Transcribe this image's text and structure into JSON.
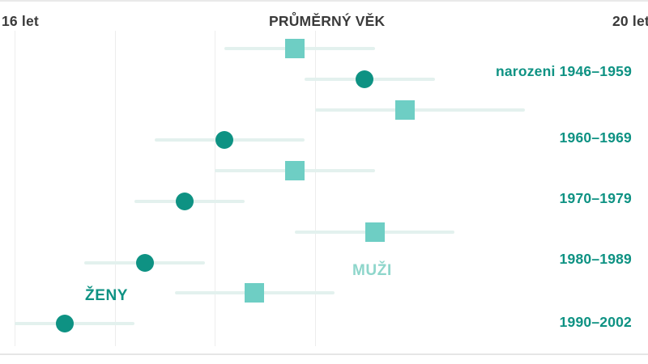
{
  "chart_data": {
    "type": "scatter",
    "title": "PRŮMĚRNÝ VĚK",
    "axis_labels": {
      "left": "16 let",
      "center": "PRŮMĚRNÝ VĚK",
      "right": "20 let"
    },
    "xlabel": "",
    "ylabel": "",
    "xlim": [
      16,
      20
    ],
    "grid": true,
    "gridline_values": [
      16,
      17,
      18,
      19
    ],
    "legend_position": "inline",
    "series": [
      {
        "name": "ŽENY",
        "marker": "circle",
        "color": "#0e9283"
      },
      {
        "name": "MUŽI",
        "marker": "square",
        "color": "#6ecec4"
      }
    ],
    "categories": [
      "narozeni 1946–1959",
      "1960–1969",
      "1970–1979",
      "1980–1989",
      "1990–2002"
    ],
    "points": [
      {
        "cohort": "narozeni 1946–1959",
        "series": "MUŽI",
        "value": 18.8,
        "low": 18.1,
        "high": 19.6,
        "row": 0
      },
      {
        "cohort": "narozeni 1946–1959",
        "series": "ŽENY",
        "value": 19.5,
        "low": 18.9,
        "high": 20.2,
        "row": 1
      },
      {
        "cohort": "1960–1969",
        "series": "MUŽI",
        "value": 19.9,
        "low": 19.0,
        "high": 21.1,
        "row": 2
      },
      {
        "cohort": "1960–1969",
        "series": "ŽENY",
        "value": 18.1,
        "low": 17.4,
        "high": 18.9,
        "row": 3
      },
      {
        "cohort": "1970–1979",
        "series": "MUŽI",
        "value": 18.8,
        "low": 18.0,
        "high": 19.6,
        "row": 4
      },
      {
        "cohort": "1970–1979",
        "series": "ŽENY",
        "value": 17.7,
        "low": 17.2,
        "high": 18.3,
        "row": 5
      },
      {
        "cohort": "1980–1989",
        "series": "MUŽI",
        "value": 19.6,
        "low": 18.8,
        "high": 20.4,
        "row": 6
      },
      {
        "cohort": "1980–1989",
        "series": "ŽENY",
        "value": 17.3,
        "low": 16.7,
        "high": 17.9,
        "row": 7
      },
      {
        "cohort": "1990–2002",
        "series": "MUŽI",
        "value": 18.4,
        "low": 17.6,
        "high": 19.2,
        "row": 8
      },
      {
        "cohort": "1990–2002",
        "series": "ŽENY",
        "value": 16.5,
        "low": 16.0,
        "high": 17.2,
        "row": 9
      }
    ],
    "annotations": [
      {
        "text": "ŽENY",
        "color": "#0e9283"
      },
      {
        "text": "MUŽI",
        "color": "#8ed6cb"
      }
    ]
  },
  "chart": {
    "title": "PRŮMĚRNÝ VĚK",
    "left_tick": "16 let",
    "right_tick": "20 let",
    "cohorts": [
      {
        "label": "narozeni 1946–1959"
      },
      {
        "label": "1960–1969"
      },
      {
        "label": "1970–1979"
      },
      {
        "label": "1980–1989"
      },
      {
        "label": "1990–2002"
      }
    ],
    "legend": {
      "women": "ŽENY",
      "men": "MUŽI"
    },
    "colors": {
      "women": "#0e9283",
      "men": "#6ecec4",
      "men_label": "#8ed6cb",
      "whisker": "#e3f1ee",
      "gridline": "#ededed",
      "rule": "#e9e9e9",
      "tick_text": "#3a3a3a"
    }
  }
}
